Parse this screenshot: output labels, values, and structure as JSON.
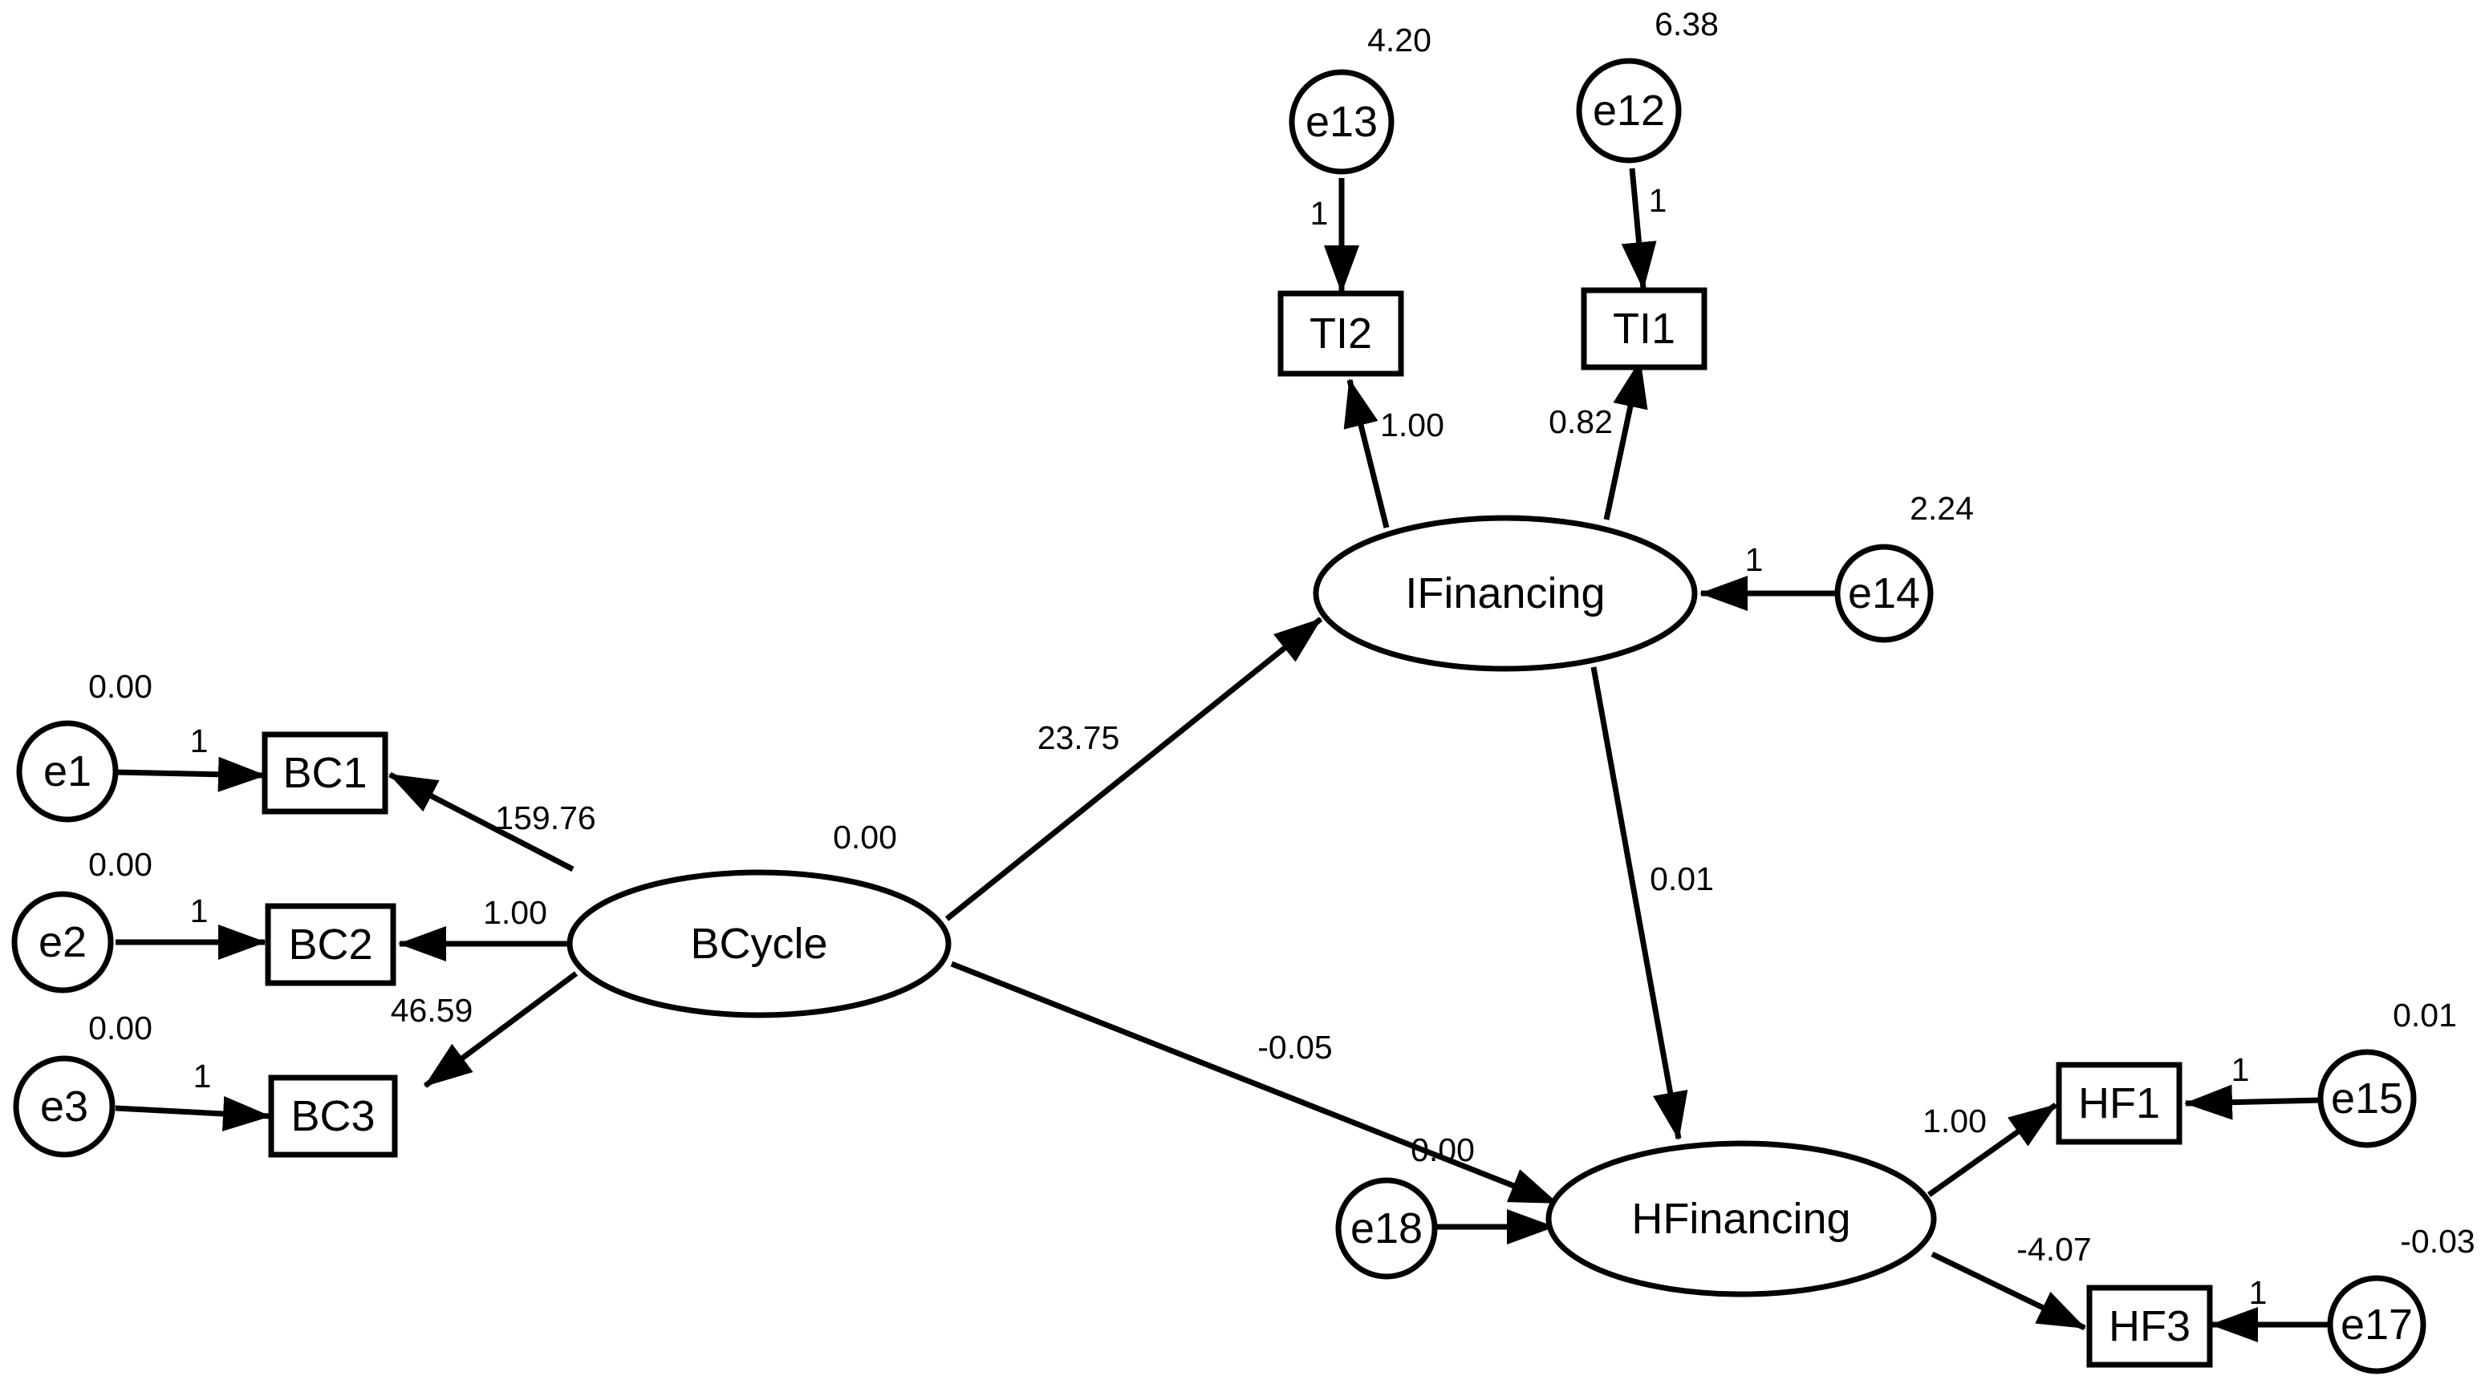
{
  "diagram": {
    "colors": {
      "stroke": "#000000",
      "background": "#ffffff"
    },
    "latent_variables": [
      {
        "id": "bcycle",
        "label": "BCycle",
        "variance": "0.00"
      },
      {
        "id": "ifinancing",
        "label": "IFinancing"
      },
      {
        "id": "hfinancing",
        "label": "HFinancing",
        "variance": "0.00"
      }
    ],
    "observed_variables": [
      {
        "id": "bc1",
        "label": "BC1"
      },
      {
        "id": "bc2",
        "label": "BC2"
      },
      {
        "id": "bc3",
        "label": "BC3"
      },
      {
        "id": "ti2",
        "label": "TI2"
      },
      {
        "id": "ti1",
        "label": "TI1"
      },
      {
        "id": "hf1",
        "label": "HF1"
      },
      {
        "id": "hf3",
        "label": "HF3"
      }
    ],
    "error_terms": [
      {
        "id": "e1",
        "label": "e1",
        "variance": "0.00"
      },
      {
        "id": "e2",
        "label": "e2",
        "variance": "0.00"
      },
      {
        "id": "e3",
        "label": "e3",
        "variance": "0.00"
      },
      {
        "id": "e13",
        "label": "e13",
        "variance": "4.20"
      },
      {
        "id": "e12",
        "label": "e12",
        "variance": "6.38"
      },
      {
        "id": "e14",
        "label": "e14",
        "variance": "2.24"
      },
      {
        "id": "e15",
        "label": "e15",
        "variance": "0.01"
      },
      {
        "id": "e17",
        "label": "e17",
        "variance": "-0.03"
      },
      {
        "id": "e18",
        "label": "e18"
      }
    ],
    "paths": [
      {
        "from": "e1",
        "to": "bc1",
        "weight": "1"
      },
      {
        "from": "e2",
        "to": "bc2",
        "weight": "1"
      },
      {
        "from": "e3",
        "to": "bc3",
        "weight": "1"
      },
      {
        "from": "bcycle",
        "to": "bc1",
        "weight": "159.76"
      },
      {
        "from": "bcycle",
        "to": "bc2",
        "weight": "1.00"
      },
      {
        "from": "bcycle",
        "to": "bc3",
        "weight": "46.59"
      },
      {
        "from": "bcycle",
        "to": "ifinancing",
        "weight": "23.75"
      },
      {
        "from": "bcycle",
        "to": "hfinancing",
        "weight": "-0.05"
      },
      {
        "from": "ifinancing",
        "to": "ti2",
        "weight": "1.00"
      },
      {
        "from": "ifinancing",
        "to": "ti1",
        "weight": "0.82"
      },
      {
        "from": "e13",
        "to": "ti2",
        "weight": "1"
      },
      {
        "from": "e12",
        "to": "ti1",
        "weight": "1"
      },
      {
        "from": "e14",
        "to": "ifinancing",
        "weight": "1"
      },
      {
        "from": "ifinancing",
        "to": "hfinancing",
        "weight": "0.01"
      },
      {
        "from": "e18",
        "to": "hfinancing"
      },
      {
        "from": "hfinancing",
        "to": "hf1",
        "weight": "1.00"
      },
      {
        "from": "hfinancing",
        "to": "hf3",
        "weight": "-4.07"
      },
      {
        "from": "e15",
        "to": "hf1",
        "weight": "1"
      },
      {
        "from": "e17",
        "to": "hf3",
        "weight": "1"
      }
    ]
  }
}
